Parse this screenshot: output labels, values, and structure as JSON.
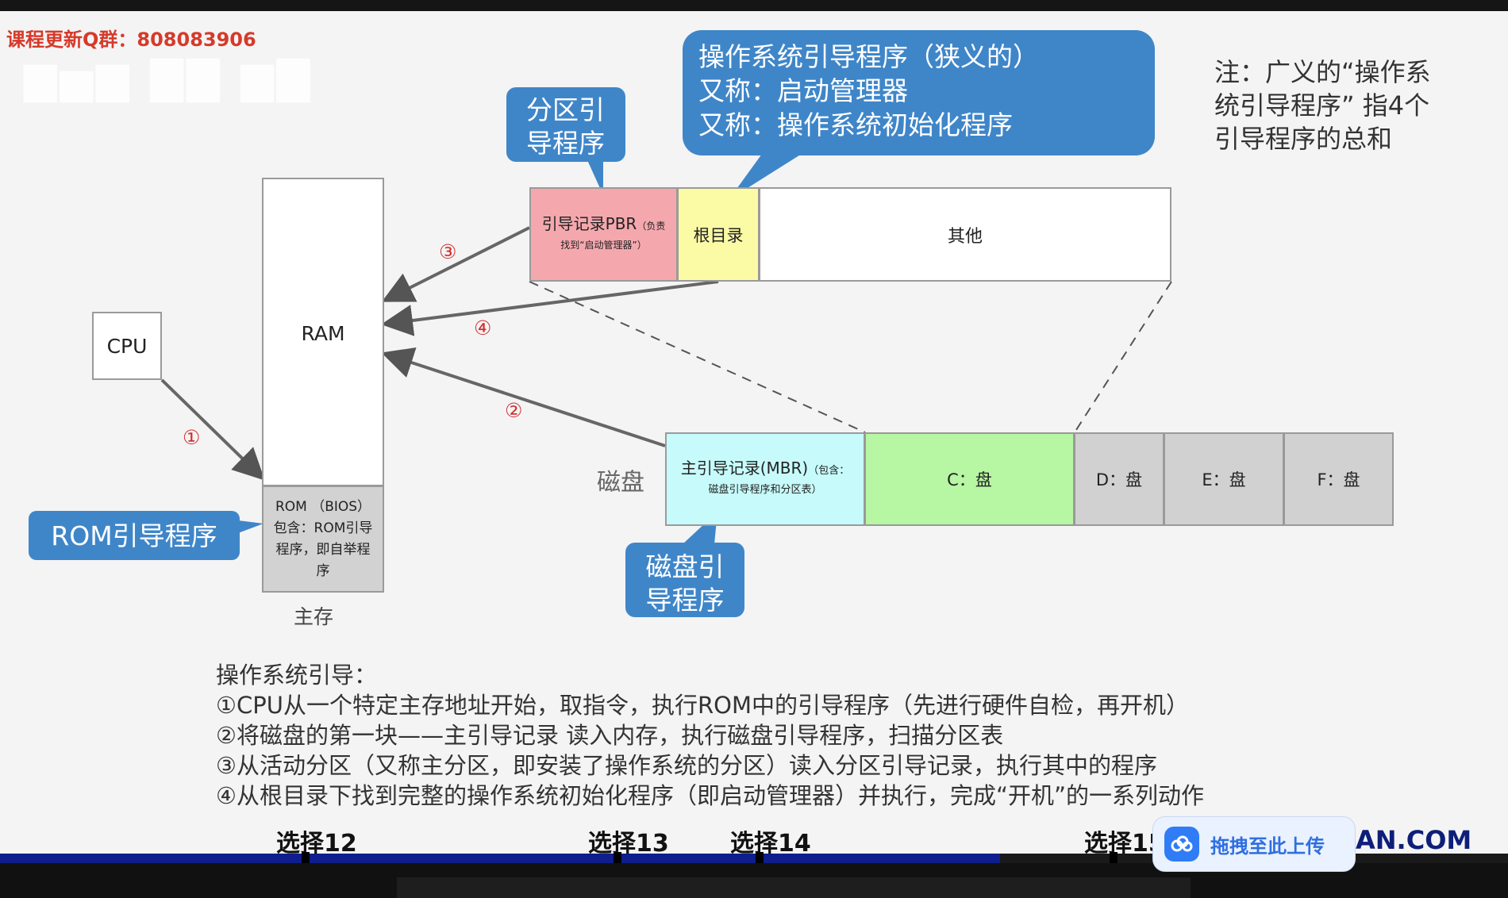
{
  "watermark": {
    "qq_group": "课程更新Q群：808083906"
  },
  "diagram": {
    "cpu": "CPU",
    "ram": "RAM",
    "rom_lines": [
      "ROM （BIOS）",
      "包含：ROM引导",
      "程序，即自举程",
      "序"
    ],
    "main_memory": "主存",
    "pbr_title": "引导记录PBR",
    "pbr_note_1": "（负责",
    "pbr_note_2": "找到“启动管理器”）",
    "root_dir": "根目录",
    "others": "其他",
    "disk": "磁盘",
    "mbr_title": "主引导记录(MBR)",
    "mbr_note_1": "（包含：",
    "mbr_note_2": "磁盘引导程序和分区表）",
    "c_disk": "C：盘",
    "d_disk": "D：盘",
    "e_disk": "E：盘",
    "f_disk": "F：盘",
    "step_markers": [
      "①",
      "②",
      "③",
      "④"
    ]
  },
  "callouts": {
    "rom_loader": "ROM引导程序",
    "partition_loader_1": "分区引",
    "partition_loader_2": "导程序",
    "bootmgr_1": "操作系统引导程序（狭义的）",
    "bootmgr_2": "又称：启动管理器",
    "bootmgr_3": "又称：操作系统初始化程序",
    "disk_loader_1": "磁盘引",
    "disk_loader_2": "导程序"
  },
  "note": {
    "line1": "注：广义的“操作系",
    "line2": "统引导程序” 指4个",
    "line3": "引导程序的总和"
  },
  "steps": {
    "title": "操作系统引导：",
    "s1": "①CPU从一个特定主存地址开始，取指令，执行ROM中的引导程序（先进行硬件自检，再开机）",
    "s2": "②将磁盘的第一块——主引导记录 读入内存，执行磁盘引导程序，扫描分区表",
    "s3": "③从活动分区（又称主分区，即安装了操作系统的分区）读入分区引导记录，执行其中的程序",
    "s4": "④从根目录下找到完整的操作系统初始化程序（即启动管理器）并执行，完成“开机”的一系列动作"
  },
  "player": {
    "chapters": [
      "选择12",
      "选择13",
      "选择14",
      "选择15"
    ],
    "site_suffix": "AN.COM",
    "upload_label": "拖拽至此上传"
  },
  "colors": {
    "callout_blue": "#3f86c9",
    "pbr_pink": "#f4a8ae",
    "root_yellow": "#fbfba6",
    "mbr_cyan": "#c7fbfb",
    "c_green": "#b7f6a2",
    "progress_blue": "#0f1e8c"
  }
}
